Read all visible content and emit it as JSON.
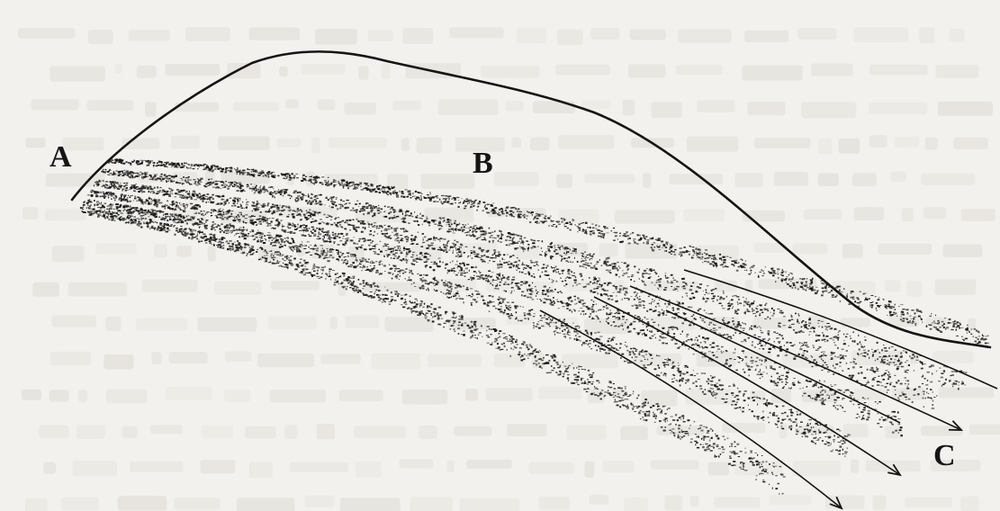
{
  "labels": {
    "a": "A",
    "b": "B",
    "c": "C"
  },
  "colors": {
    "ink": "#151515",
    "paper": "#f2f1ed",
    "bleed_text": "#dcdad4"
  }
}
